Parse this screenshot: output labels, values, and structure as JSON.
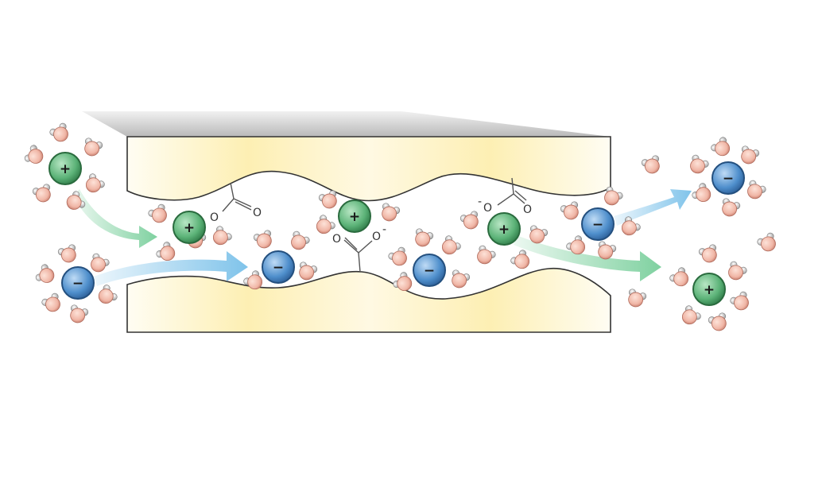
{
  "labels": {
    "cation_sign": "+",
    "anion_sign": "−",
    "carboxylate_oxygen": "O",
    "carboxylate_charge": "-"
  },
  "icons": {
    "cation": "plus-circle",
    "anion": "minus-circle",
    "water": "water-molecule"
  },
  "colors": {
    "cation_fill": "#5cb378",
    "anion_fill": "#4f8fcc",
    "water_oxygen": "#f0b6a6",
    "water_hydrogen": "#c9c9c9",
    "membrane": "#fdf1c0",
    "cation_arrow": "#7fd1a0",
    "anion_arrow": "#7fc3ea"
  }
}
